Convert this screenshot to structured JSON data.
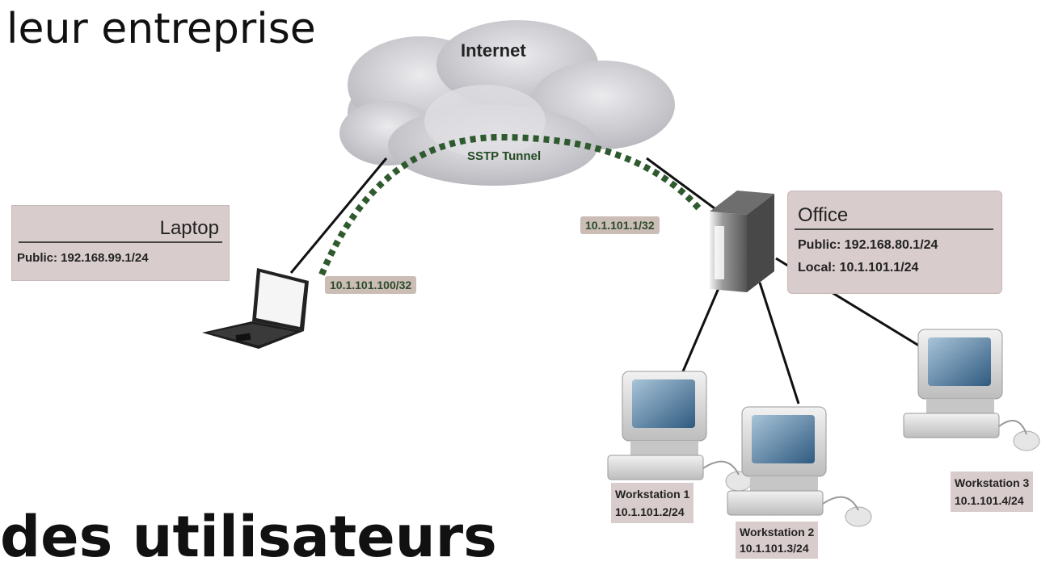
{
  "title": "leur entreprise",
  "bottom_text": "des utilisateurs",
  "diagram": {
    "cloud_label": "Internet",
    "tunnel_label": "SSTP Tunnel",
    "laptop": {
      "name": "Laptop",
      "public": "Public: 192.168.99.1/24",
      "tunnel_ip": "10.1.101.100/32"
    },
    "office": {
      "name": "Office",
      "public": "Public: 192.168.80.1/24",
      "local": "Local: 10.1.101.1/24",
      "tunnel_ip": "10.1.101.1/32"
    },
    "workstations": [
      {
        "name": "Workstation 1",
        "ip": "10.1.101.2/24"
      },
      {
        "name": "Workstation 2",
        "ip": "10.1.101.3/24"
      },
      {
        "name": "Workstation 3",
        "ip": "10.1.101.4/24"
      }
    ]
  },
  "colors": {
    "tunnel": "#2e5a2e",
    "label_bg": "#d9cccc",
    "cloud": "#c8c8cc"
  }
}
